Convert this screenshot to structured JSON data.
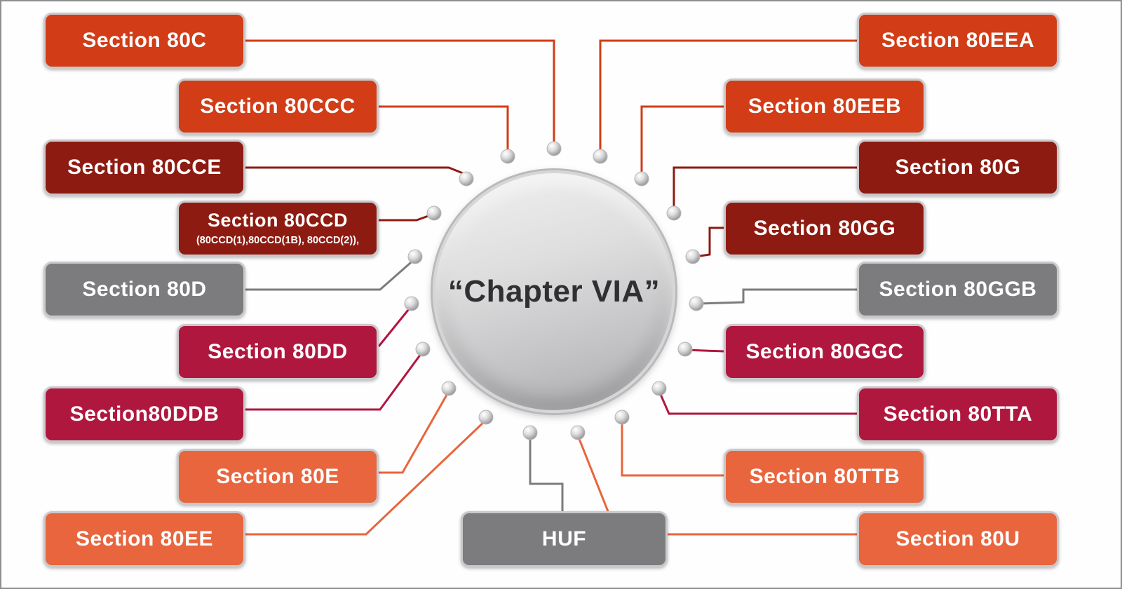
{
  "diagram": {
    "center_label": "“Chapter VIA”"
  },
  "palette": {
    "orange_red": "#d23c16",
    "dark_maroon": "#8e1b11",
    "gray": "#7c7c7f",
    "crimson": "#b0173f",
    "light_orange": "#e8653d"
  },
  "nodes": [
    {
      "label": "Section 80C",
      "color": "orange_red",
      "side": "left"
    },
    {
      "label": "Section 80CCC",
      "color": "orange_red",
      "side": "left"
    },
    {
      "label": "Section 80CCE",
      "color": "dark_maroon",
      "side": "left"
    },
    {
      "label": "Section 80CCD",
      "sublabel": "(80CCD(1),80CCD(1B), 80CCD(2)),",
      "color": "dark_maroon",
      "side": "left"
    },
    {
      "label": "Section 80D",
      "color": "gray",
      "side": "left"
    },
    {
      "label": "Section 80DD",
      "color": "crimson",
      "side": "left"
    },
    {
      "label": "Section80DDB",
      "color": "crimson",
      "side": "left"
    },
    {
      "label": "Section 80E",
      "color": "light_orange",
      "side": "left"
    },
    {
      "label": "Section 80EE",
      "color": "light_orange",
      "side": "left"
    },
    {
      "label": "HUF",
      "color": "gray",
      "side": "bottom"
    },
    {
      "label": "Section 80U",
      "color": "light_orange",
      "side": "right"
    },
    {
      "label": "Section 80TTB",
      "color": "light_orange",
      "side": "right"
    },
    {
      "label": "Section 80TTA",
      "color": "crimson",
      "side": "right"
    },
    {
      "label": "Section 80GGC",
      "color": "crimson",
      "side": "right"
    },
    {
      "label": "Section 80GGB",
      "color": "gray",
      "side": "right"
    },
    {
      "label": "Section 80GG",
      "color": "dark_maroon",
      "side": "right"
    },
    {
      "label": "Section 80G",
      "color": "dark_maroon",
      "side": "right"
    },
    {
      "label": "Section 80EEB",
      "color": "orange_red",
      "side": "right"
    },
    {
      "label": "Section 80EEA",
      "color": "orange_red",
      "side": "right"
    }
  ]
}
